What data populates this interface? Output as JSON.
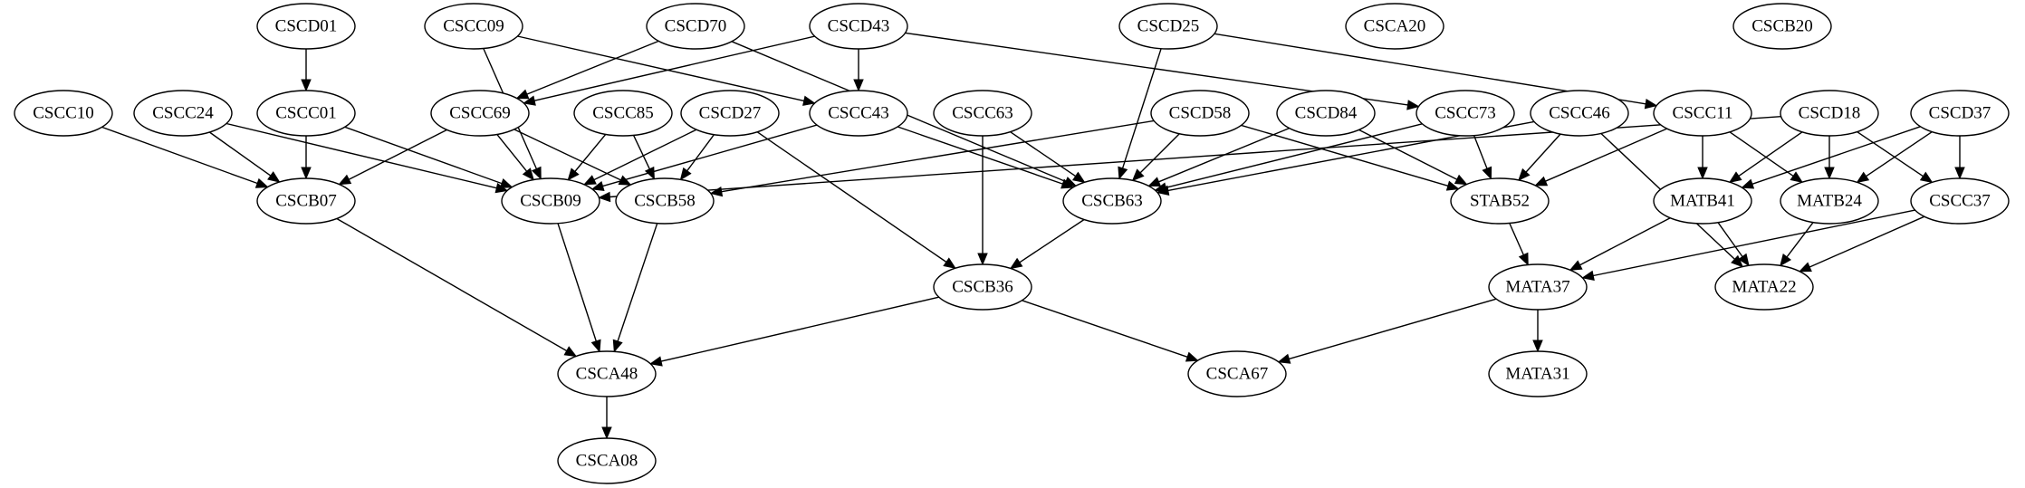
{
  "graph": {
    "colors": {
      "stroke": "#000000",
      "fill": "#ffffff",
      "text": "#000000"
    },
    "nodes": [
      {
        "id": "CSCD01",
        "label": "CSCD01"
      },
      {
        "id": "CSCC09",
        "label": "CSCC09"
      },
      {
        "id": "CSCD70",
        "label": "CSCD70"
      },
      {
        "id": "CSCD43",
        "label": "CSCD43"
      },
      {
        "id": "CSCD25",
        "label": "CSCD25"
      },
      {
        "id": "CSCA20",
        "label": "CSCA20"
      },
      {
        "id": "CSCB20",
        "label": "CSCB20"
      },
      {
        "id": "CSCC10",
        "label": "CSCC10"
      },
      {
        "id": "CSCC24",
        "label": "CSCC24"
      },
      {
        "id": "CSCC01",
        "label": "CSCC01"
      },
      {
        "id": "CSCC69",
        "label": "CSCC69"
      },
      {
        "id": "CSCC85",
        "label": "CSCC85"
      },
      {
        "id": "CSCD27",
        "label": "CSCD27"
      },
      {
        "id": "CSCC43",
        "label": "CSCC43"
      },
      {
        "id": "CSCC63",
        "label": "CSCC63"
      },
      {
        "id": "CSCD58",
        "label": "CSCD58"
      },
      {
        "id": "CSCD84",
        "label": "CSCD84"
      },
      {
        "id": "CSCC73",
        "label": "CSCC73"
      },
      {
        "id": "CSCC46",
        "label": "CSCC46"
      },
      {
        "id": "CSCC11",
        "label": "CSCC11"
      },
      {
        "id": "CSCD18",
        "label": "CSCD18"
      },
      {
        "id": "CSCD37",
        "label": "CSCD37"
      },
      {
        "id": "CSCB07",
        "label": "CSCB07"
      },
      {
        "id": "CSCB09",
        "label": "CSCB09"
      },
      {
        "id": "CSCB58",
        "label": "CSCB58"
      },
      {
        "id": "CSCB63",
        "label": "CSCB63"
      },
      {
        "id": "STAB52",
        "label": "STAB52"
      },
      {
        "id": "MATB41",
        "label": "MATB41"
      },
      {
        "id": "MATB24",
        "label": "MATB24"
      },
      {
        "id": "CSCC37",
        "label": "CSCC37"
      },
      {
        "id": "CSCB36",
        "label": "CSCB36"
      },
      {
        "id": "MATA37",
        "label": "MATA37"
      },
      {
        "id": "MATA22",
        "label": "MATA22"
      },
      {
        "id": "CSCA48",
        "label": "CSCA48"
      },
      {
        "id": "CSCA67",
        "label": "CSCA67"
      },
      {
        "id": "MATA31",
        "label": "MATA31"
      },
      {
        "id": "CSCA08",
        "label": "CSCA08"
      }
    ],
    "edges": [
      {
        "from": "CSCD01",
        "to": "CSCC01"
      },
      {
        "from": "CSCC09",
        "to": "CSCC43"
      },
      {
        "from": "CSCC09",
        "to": "CSCB09"
      },
      {
        "from": "CSCD70",
        "to": "CSCC69"
      },
      {
        "from": "CSCD70",
        "to": "CSCB63"
      },
      {
        "from": "CSCD43",
        "to": "CSCC69"
      },
      {
        "from": "CSCD43",
        "to": "CSCC43"
      },
      {
        "from": "CSCD43",
        "to": "CSCC73"
      },
      {
        "from": "CSCD25",
        "to": "CSCB63"
      },
      {
        "from": "CSCD25",
        "to": "CSCC11"
      },
      {
        "from": "CSCC10",
        "to": "CSCB07"
      },
      {
        "from": "CSCC24",
        "to": "CSCB07"
      },
      {
        "from": "CSCC24",
        "to": "CSCB09"
      },
      {
        "from": "CSCC01",
        "to": "CSCB07"
      },
      {
        "from": "CSCC01",
        "to": "CSCB09"
      },
      {
        "from": "CSCC69",
        "to": "CSCB07"
      },
      {
        "from": "CSCC69",
        "to": "CSCB09"
      },
      {
        "from": "CSCC69",
        "to": "CSCB58"
      },
      {
        "from": "CSCC85",
        "to": "CSCB09"
      },
      {
        "from": "CSCC85",
        "to": "CSCB58"
      },
      {
        "from": "CSCD27",
        "to": "CSCB09"
      },
      {
        "from": "CSCD27",
        "to": "CSCB58"
      },
      {
        "from": "CSCD27",
        "to": "CSCB36"
      },
      {
        "from": "CSCC43",
        "to": "CSCB09"
      },
      {
        "from": "CSCC43",
        "to": "CSCB63"
      },
      {
        "from": "CSCC63",
        "to": "CSCB63"
      },
      {
        "from": "CSCC63",
        "to": "CSCB36"
      },
      {
        "from": "CSCD58",
        "to": "CSCB58"
      },
      {
        "from": "CSCD58",
        "to": "CSCB63"
      },
      {
        "from": "CSCD58",
        "to": "STAB52"
      },
      {
        "from": "CSCD84",
        "to": "CSCB63"
      },
      {
        "from": "CSCD84",
        "to": "STAB52"
      },
      {
        "from": "CSCC73",
        "to": "CSCB63"
      },
      {
        "from": "CSCC73",
        "to": "STAB52"
      },
      {
        "from": "CSCC46",
        "to": "CSCB63"
      },
      {
        "from": "CSCC46",
        "to": "STAB52"
      },
      {
        "from": "CSCC46",
        "to": "MATA22"
      },
      {
        "from": "CSCC11",
        "to": "STAB52"
      },
      {
        "from": "CSCC11",
        "to": "MATB41"
      },
      {
        "from": "CSCC11",
        "to": "MATB24"
      },
      {
        "from": "CSCD18",
        "to": "CSCB09"
      },
      {
        "from": "CSCD18",
        "to": "MATB41"
      },
      {
        "from": "CSCD18",
        "to": "MATB24"
      },
      {
        "from": "CSCD18",
        "to": "CSCC37"
      },
      {
        "from": "CSCD37",
        "to": "MATB41"
      },
      {
        "from": "CSCD37",
        "to": "MATB24"
      },
      {
        "from": "CSCD37",
        "to": "CSCC37"
      },
      {
        "from": "CSCB07",
        "to": "CSCA48"
      },
      {
        "from": "CSCB09",
        "to": "CSCA48"
      },
      {
        "from": "CSCB58",
        "to": "CSCA48"
      },
      {
        "from": "CSCB63",
        "to": "CSCB36"
      },
      {
        "from": "STAB52",
        "to": "MATA37"
      },
      {
        "from": "MATB41",
        "to": "MATA37"
      },
      {
        "from": "MATB41",
        "to": "MATA22"
      },
      {
        "from": "MATB24",
        "to": "MATA22"
      },
      {
        "from": "CSCC37",
        "to": "MATA37"
      },
      {
        "from": "CSCC37",
        "to": "MATA22"
      },
      {
        "from": "CSCB36",
        "to": "CSCA48"
      },
      {
        "from": "CSCB36",
        "to": "CSCA67"
      },
      {
        "from": "MATA37",
        "to": "CSCA67"
      },
      {
        "from": "MATA37",
        "to": "MATA31"
      },
      {
        "from": "CSCA48",
        "to": "CSCA08"
      }
    ]
  }
}
